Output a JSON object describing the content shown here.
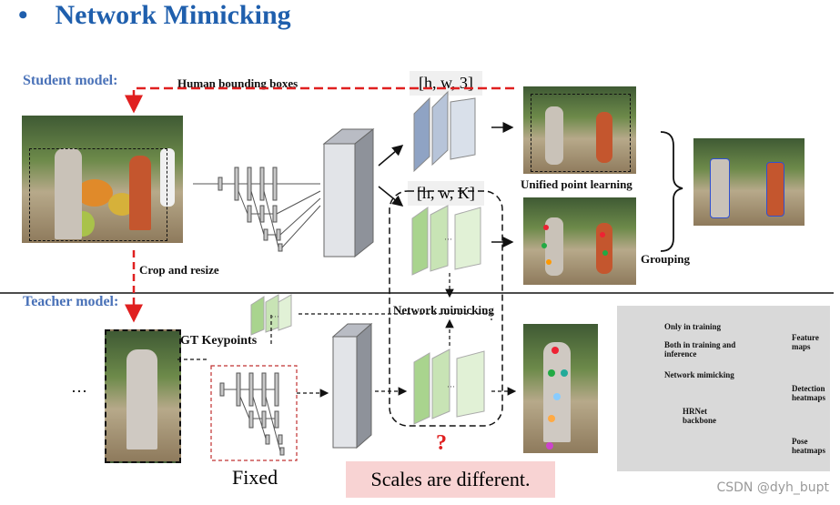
{
  "slide": {
    "title": "Network Mimicking",
    "bullet": "•"
  },
  "labels": {
    "student_model": "Student model:",
    "teacher_model": "Teacher model:",
    "human_bboxes": "Human bounding boxes",
    "crop_resize": "Crop and resize",
    "gt_keypoints": "GT Keypoints",
    "network_mimicking": "Network mimicking",
    "unified_point_learning": "Unified point learning",
    "grouping": "Grouping",
    "dim_detection": "[h, w, 3]",
    "dim_pose": "[h, w, K]",
    "fixed": "Fixed",
    "scales_different": "Scales are different.",
    "question_mark": "?",
    "ellipsis_left": "···",
    "ellipsis_small": "···"
  },
  "legend": {
    "only_training": "Only in training",
    "both_training_inference": "Both in training and inference",
    "network_mimicking": "Network mimicking",
    "hrnet_backbone": "HRNet backbone",
    "feature_maps": "Feature maps",
    "detection_heatmaps": "Detection heatmaps",
    "pose_heatmaps": "Pose heatmaps"
  },
  "watermark": "CSDN @dyh_bupt",
  "colors": {
    "title": "#1f5fad",
    "model_label": "#4a72b8",
    "red_dashed": "#e02020",
    "detection_heatmap": "#8fa3c4",
    "pose_heatmap": "#a9d48e",
    "feature_map": "#c8c8c8",
    "legend_bg": "#d9d9d9",
    "scales_bg": "#f8d3d3"
  }
}
